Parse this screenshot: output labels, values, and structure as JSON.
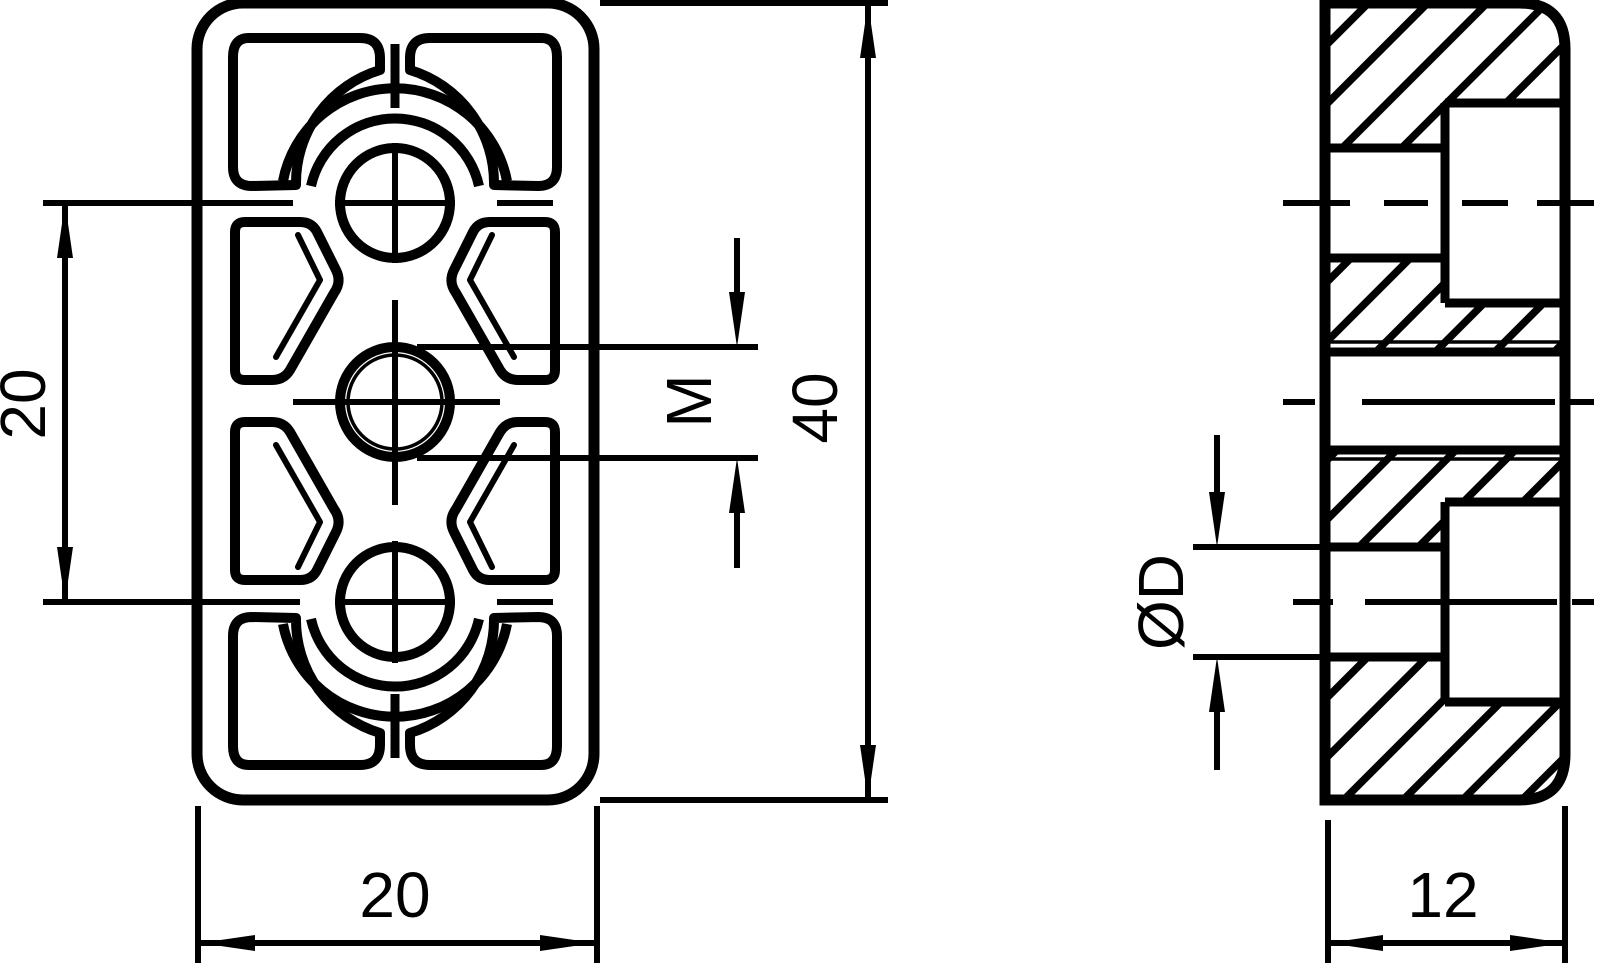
{
  "page": {
    "background_color": "#ffffff",
    "line_color": "#000000",
    "drawing_type": "two-view technical dimension drawing of a 20x40 profile plate"
  },
  "front_view": {
    "hole_spacing_label": "20",
    "height_label": "40",
    "width_label": "20",
    "thread_label": "M"
  },
  "section_view": {
    "diameter_label": "ØD",
    "depth_label": "12"
  }
}
